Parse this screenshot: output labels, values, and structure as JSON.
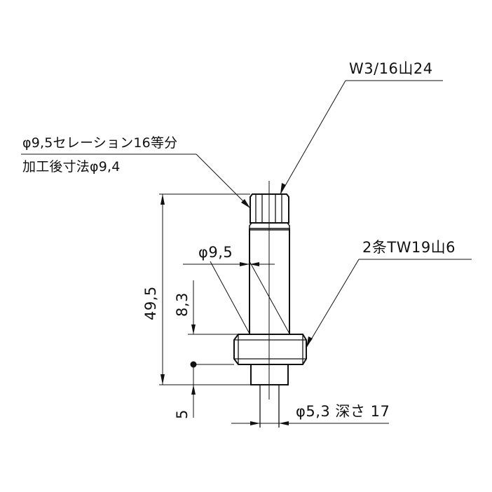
{
  "drawing": {
    "title": "Stem part technical drawing",
    "stroke_color": "#111111",
    "background": "#ffffff"
  },
  "annotations": {
    "thread_top": "W3/16山24",
    "serration_line1": "φ9,5セレーション16等分",
    "serration_line2": "加工後寸法φ9,4",
    "shaft_diameter": "φ9,5",
    "thread_collar": "2条TW19山6",
    "bore": "φ5,3 深さ 17"
  },
  "dimensions": {
    "overall_length": "49,5",
    "collar_offset": "8,3",
    "bottom_length": "5"
  }
}
